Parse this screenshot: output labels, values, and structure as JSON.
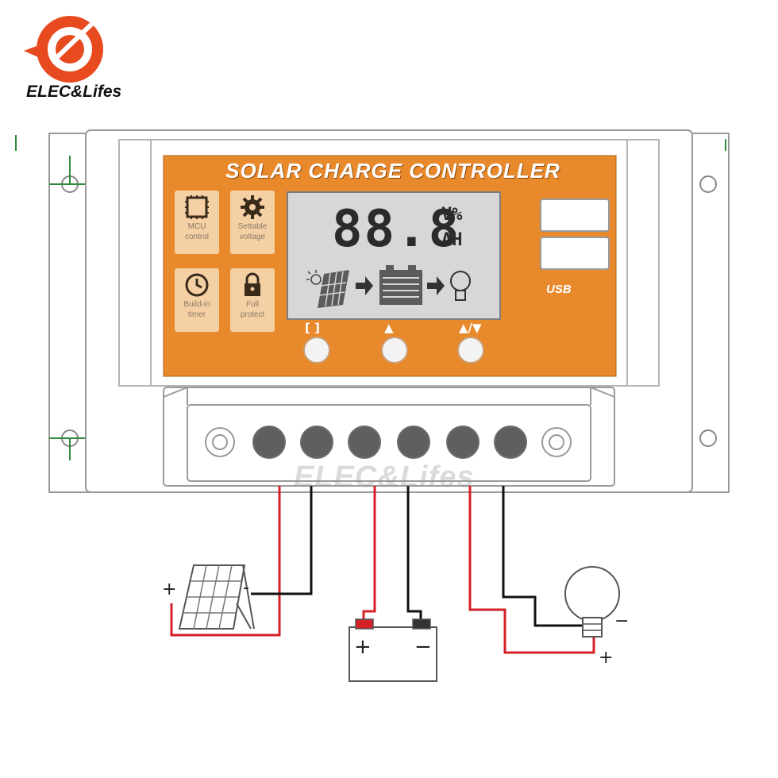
{
  "brand": {
    "name": "ELEC&Lifes",
    "watermark": "ELEC&Lifes"
  },
  "device": {
    "title": "SOLAR CHARGE CONTROLLER",
    "features": [
      {
        "icon": "chip-icon",
        "label_line1": "MCU",
        "label_line2": "control"
      },
      {
        "icon": "gear-icon",
        "label_line1": "Settable",
        "label_line2": "voltage"
      },
      {
        "icon": "clock-icon",
        "label_line1": "Build-in",
        "label_line2": "timer"
      },
      {
        "icon": "lock-icon",
        "label_line1": "Full",
        "label_line2": "protect"
      }
    ],
    "lcd": {
      "digits": "88.8",
      "unit_top": "V%",
      "unit_bottom": "AH"
    },
    "usb_label": "USB",
    "buttons": [
      {
        "symbol": "[ ]"
      },
      {
        "symbol": "▲"
      },
      {
        "symbol": "▲/▼"
      }
    ],
    "terminal_count": 6
  },
  "wiring": {
    "panel": {
      "plus": "+",
      "minus": "-"
    },
    "battery": {
      "plus": "+",
      "minus": "−"
    },
    "bulb": {
      "plus": "+",
      "minus": "−"
    },
    "colors": {
      "positive": "#d42027",
      "negative": "#111111",
      "accent": "#e8892c"
    }
  }
}
